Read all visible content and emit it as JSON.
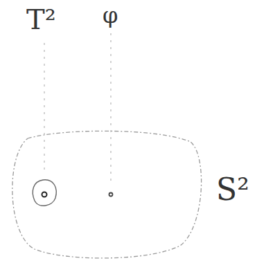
{
  "diagram": {
    "labels": [
      "T²",
      "φ",
      "S²"
    ]
  }
}
